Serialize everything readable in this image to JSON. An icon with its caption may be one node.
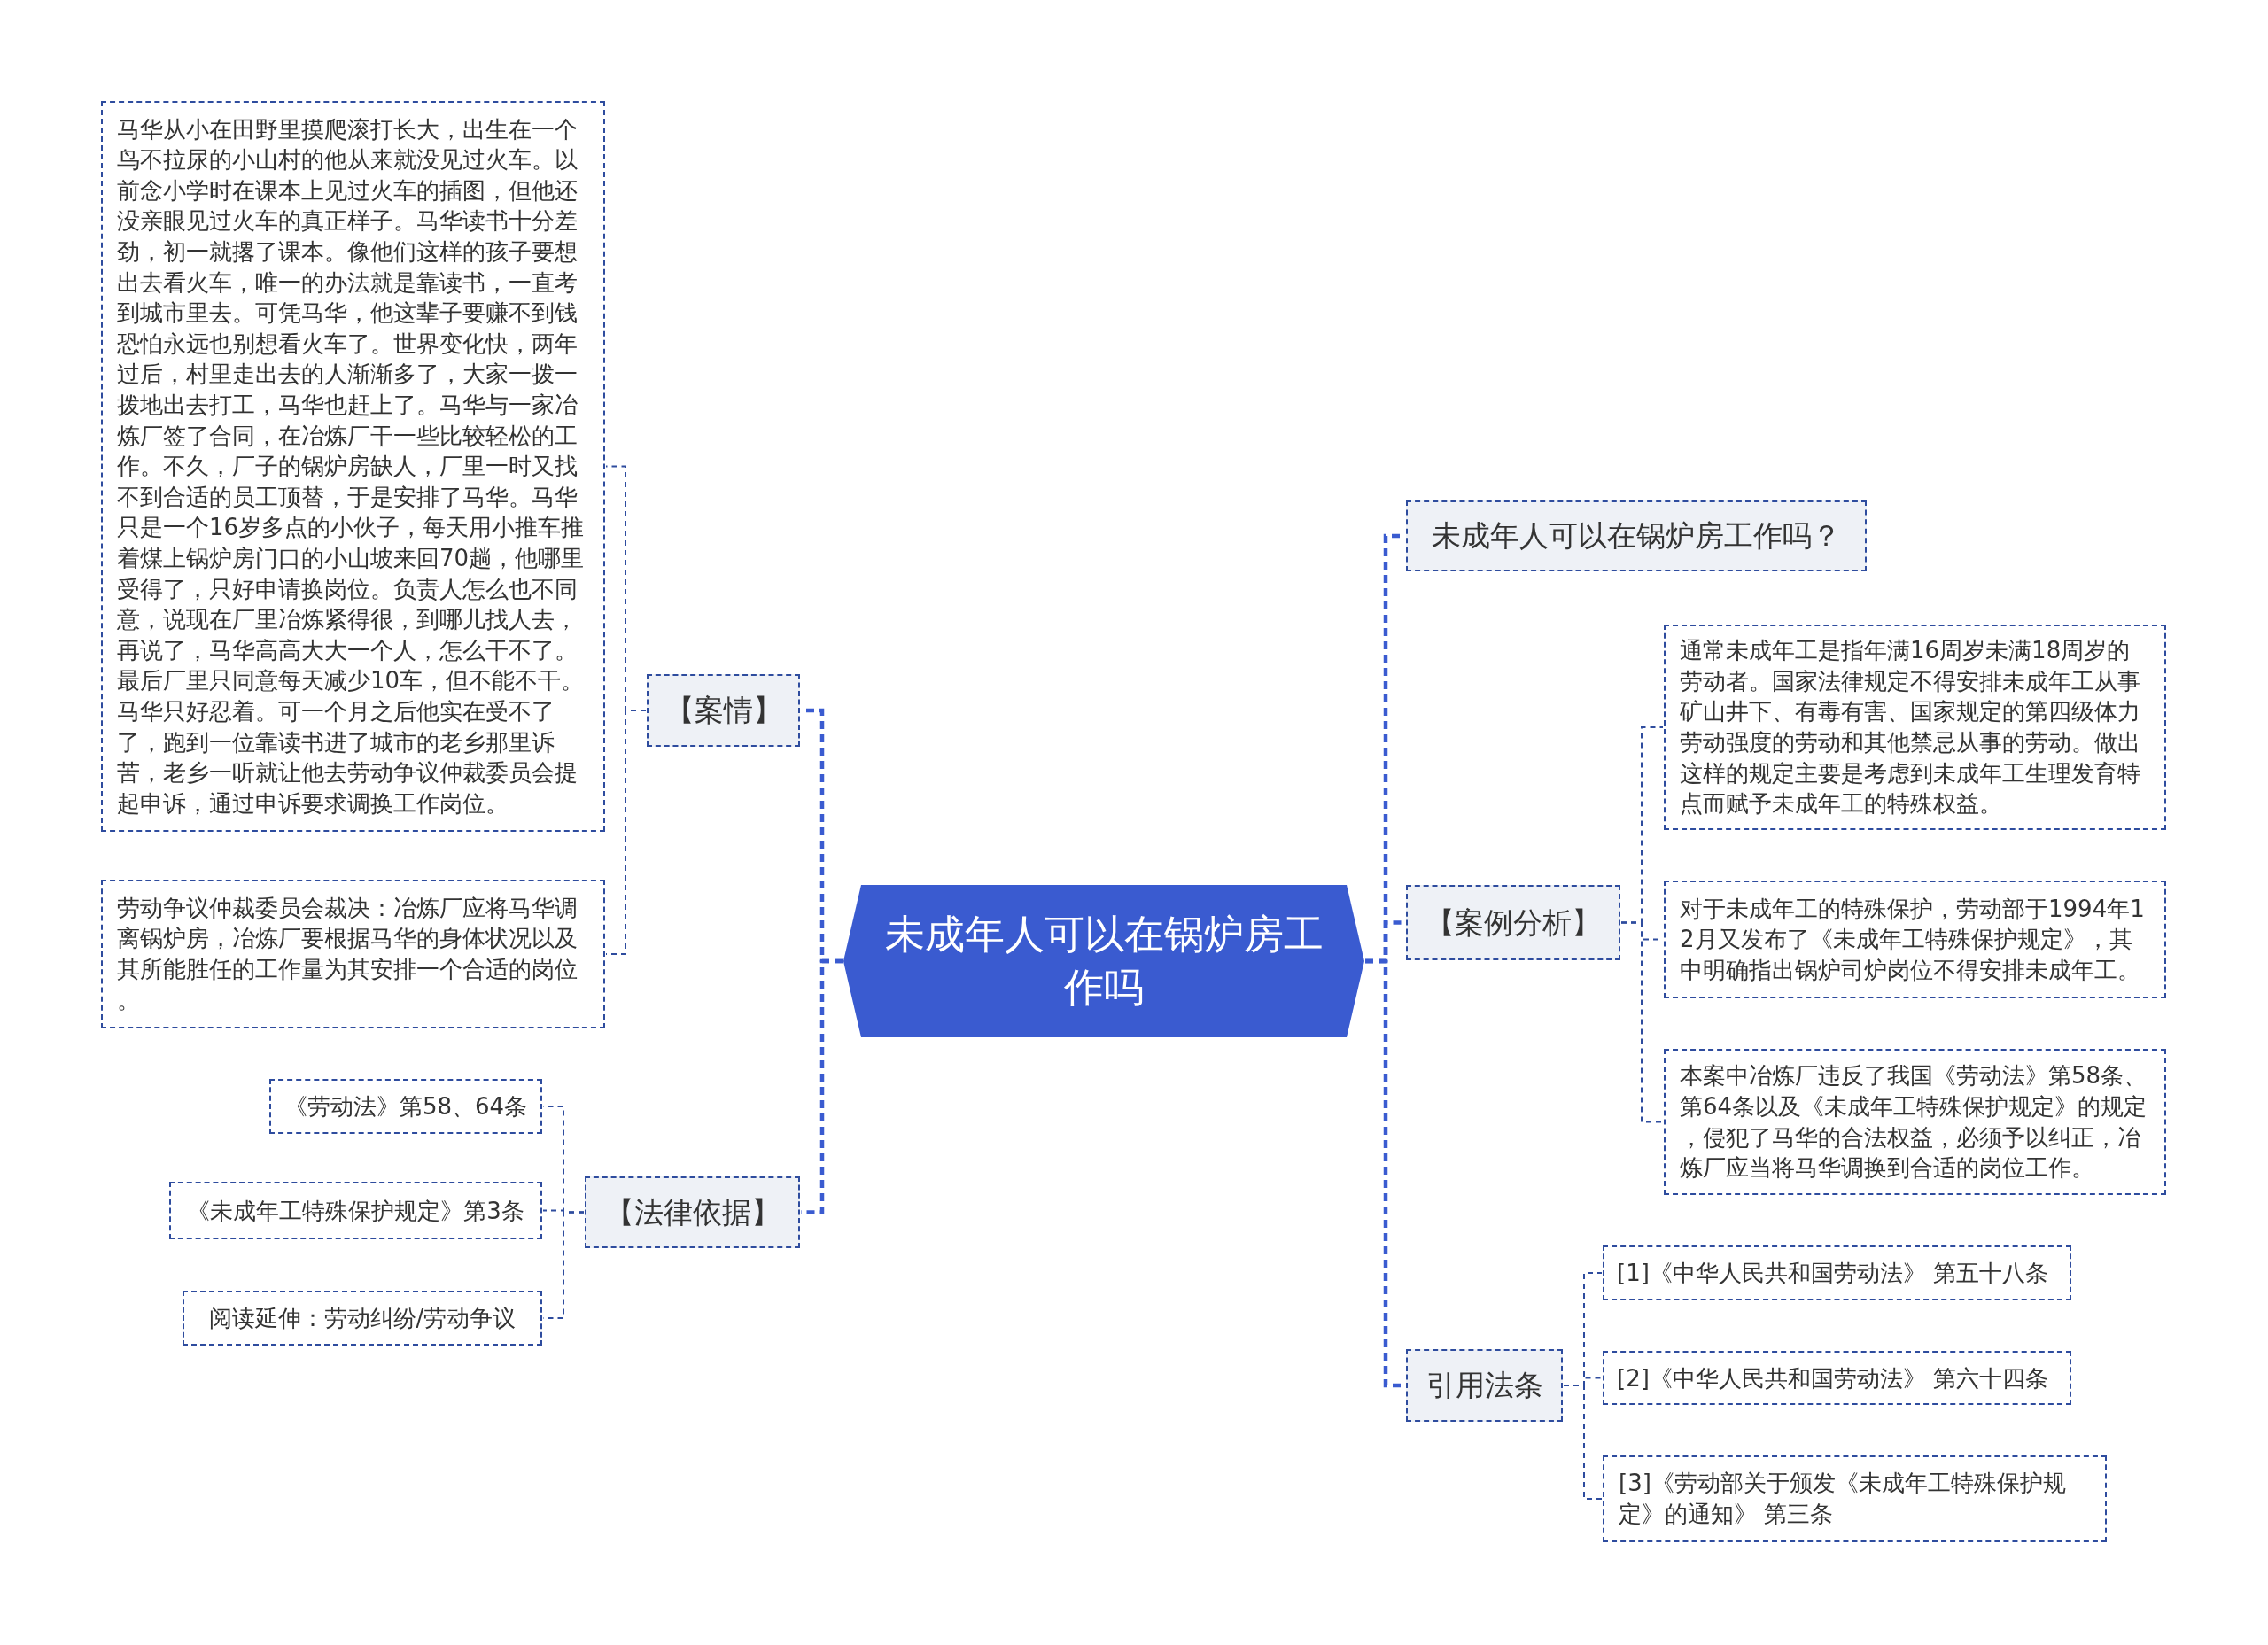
{
  "diagram": {
    "nodes": [
      {
        "text": [
          "未成年人可以在锅炉房工作吗"
        ]
      },
      {
        "text": [
          "【案情】"
        ]
      },
      {
        "text": [
          "马华从小在田野里摸爬滚打长大，出生在一个鸟不拉尿的小山村的他从来就没见过火车。以前念小学时在课本上见过火车的插图，但他还没亲眼见过火车的真正样子。马华读书十分差劲，初一就撂了课本。像他们这样的孩子要想出去看火车，唯一的办法就是靠读书，一直考到城市里去。可凭马华，他这辈子要赚不到钱恐怕永远也别想看火车了。世界变化快，两年过后，村里走出去的人渐渐多了，大家一拨一拨地出去打工，马华也赶上了。马华与一家冶炼厂签了合同，在冶炼厂干一些比较轻松的工作。不久，厂子的锅炉房缺人，厂里一时又找不到合适的员工顶替，于是安排了马华。马华只是一个16岁多点的小伙子，每天用小推车推着煤上锅炉房门口的小山坡来回70趟，他哪里受得了，只好申请换岗位。负责人怎么也不同意，说现在厂里冶炼紧得很，到哪儿找人去，再说了，马华高高大大一个人，怎么干不了。最后厂里只同意每天减少10车，但不能不干。马华只好忍着。可一个月之后他实在受不了了，跑到一位靠读书进了城市的老乡那里诉苦，老乡一听就让他去劳动争议仲裁委员会提起申诉，通过申诉要求调换工作岗位。"
        ]
      },
      {
        "text": [
          "劳动争议仲裁委员会裁决：冶炼厂应将马华调离锅炉房，冶炼厂要根据马华的身体状况以及其所能胜任的工作量为其安排一个合适的岗位。"
        ]
      },
      {
        "text": [
          "【法律依据】"
        ]
      },
      {
        "text": [
          "《劳动法》第58、64条"
        ]
      },
      {
        "text": [
          "《未成年工特殊保护规定》第3条"
        ]
      },
      {
        "text": [
          "阅读延伸：劳动纠纷/劳动争议"
        ]
      },
      {
        "text": [
          "未成年人可以在锅炉房工作吗？"
        ]
      },
      {
        "text": [
          "【案例分析】"
        ]
      },
      {
        "text": [
          "通常未成年工是指年满16周岁未满18周岁的劳动者。国家法律规定不得安排未成年工从事矿山井下、有毒有害、国家规定的第四级体力劳动强度的劳动和其他禁忌从事的劳动。做出这样的规定主要是考虑到未成年工生理发育特点而赋予未成年工的特殊权益。"
        ]
      },
      {
        "text": [
          "对于未成年工的特殊保护，劳动部于1994年12月又发布了《未成年工特殊保护规定》，其中明确指出锅炉司炉岗位不得安排未成年工。"
        ]
      },
      {
        "text": [
          "本案中冶炼厂违反了我国《劳动法》第58条、第64条以及《未成年工特殊保护规定》的规定，侵犯了马华的合法权益，必须予以纠正，冶炼厂应当将马华调换到合适的岗位工作。"
        ]
      },
      {
        "text": [
          "引用法条"
        ]
      },
      {
        "text": [
          "[1]《中华人民共和国劳动法》 第五十八条"
        ]
      },
      {
        "text": [
          "[2]《中华人民共和国劳动法》 第六十四条"
        ]
      },
      {
        "text": [
          "[3]《劳动部关于颁发《未成年工特殊保护规定》的通知》 第三条"
        ]
      }
    ],
    "edges": [
      {
        "from": 0,
        "to": 1,
        "arrow": "none",
        "style": "dashed",
        "color": "#3a5bd0"
      },
      {
        "from": 0,
        "to": 4,
        "arrow": "none",
        "style": "dashed",
        "color": "#3a5bd0"
      },
      {
        "from": 0,
        "to": 8,
        "arrow": "none",
        "style": "dashed",
        "color": "#3a5bd0"
      },
      {
        "from": 0,
        "to": 9,
        "arrow": "none",
        "style": "dashed",
        "color": "#3a5bd0"
      },
      {
        "from": 0,
        "to": 13,
        "arrow": "none",
        "style": "dashed",
        "color": "#3a5bd0"
      },
      {
        "from": 1,
        "to": 2,
        "arrow": "none",
        "style": "dashed"
      },
      {
        "from": 1,
        "to": 3,
        "arrow": "none",
        "style": "dashed"
      },
      {
        "from": 4,
        "to": 5,
        "arrow": "none",
        "style": "dashed"
      },
      {
        "from": 4,
        "to": 6,
        "arrow": "none",
        "style": "dashed"
      },
      {
        "from": 4,
        "to": 7,
        "arrow": "none",
        "style": "dashed"
      },
      {
        "from": 9,
        "to": 10,
        "arrow": "none",
        "style": "dashed"
      },
      {
        "from": 9,
        "to": 11,
        "arrow": "none",
        "style": "dashed"
      },
      {
        "from": 9,
        "to": 12,
        "arrow": "none",
        "style": "dashed"
      },
      {
        "from": 13,
        "to": 14,
        "arrow": "none",
        "style": "dashed"
      },
      {
        "from": 13,
        "to": 15,
        "arrow": "none",
        "style": "dashed"
      },
      {
        "from": 13,
        "to": 16,
        "arrow": "none",
        "style": "dashed"
      }
    ]
  }
}
